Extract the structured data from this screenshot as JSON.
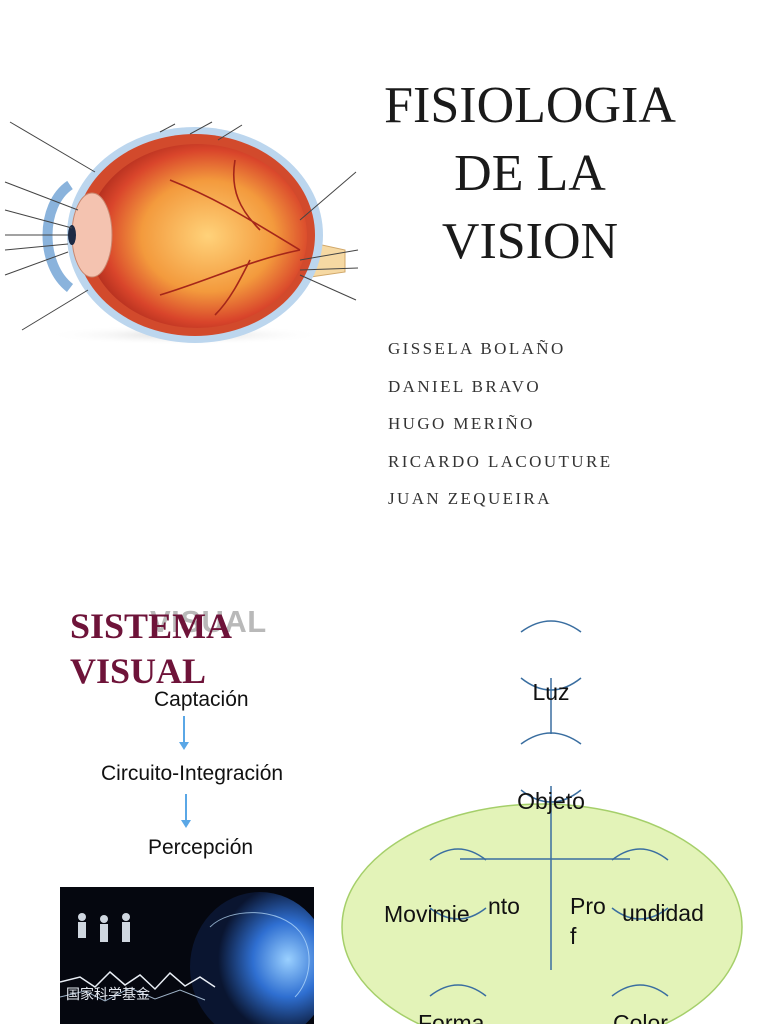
{
  "slide1": {
    "title_lines": [
      "FISIOLOGIA",
      "DE LA",
      "VISION"
    ],
    "authors": [
      "GISSELA BOLAÑO",
      "DANIEL BRAVO",
      "HUGO MERIÑO",
      "RICARDO LACOUTURE",
      "JUAN ZEQUEIRA"
    ]
  },
  "slide2": {
    "title_lines": [
      "SISTEMA",
      "VISUAL"
    ],
    "wordart_text": "VISUAL",
    "flow_steps": [
      "Captación",
      "Circuito-Integración",
      "Percepción"
    ],
    "brain_image_caption": "国家科学基金",
    "concept_map": {
      "top": "Luz",
      "middle": "Objeto",
      "left_label_main": "Movimie",
      "left_label_tail": "nto",
      "center_label_line1": "Pro",
      "center_label_line2": "f",
      "right_label": "undidad",
      "bottom_left": "Forma",
      "bottom_right": "Color"
    },
    "colors": {
      "title": "#6e1339",
      "ellipse_fill": "#e3f3b8",
      "bracket_stroke": "#3a6ea0",
      "arrow": "#5aa7e6"
    }
  }
}
